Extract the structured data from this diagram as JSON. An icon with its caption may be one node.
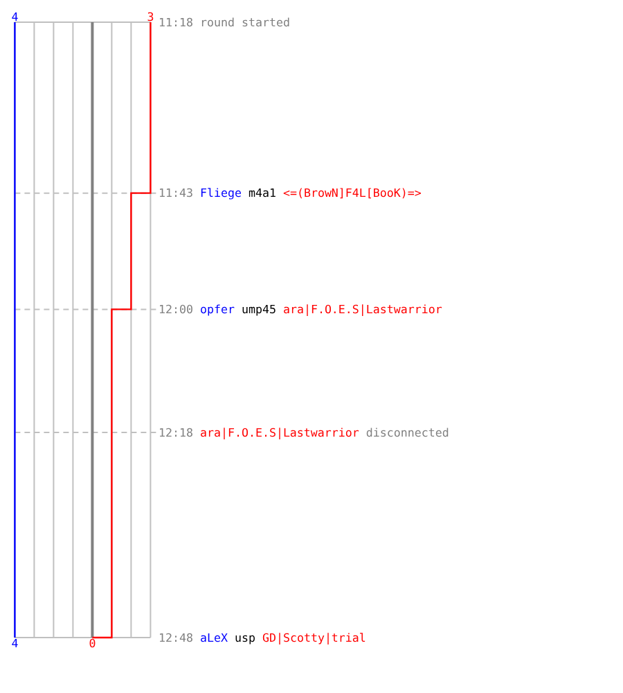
{
  "diagram": {
    "chart_data": {
      "type": "line",
      "orientation": "horizontal",
      "grid": true,
      "x": [
        678,
        703,
        703,
        720,
        720,
        768,
        768
      ],
      "xlim": [
        -4,
        3
      ],
      "xticks": [
        {
          "value": -4,
          "label": "4"
        },
        {
          "value": 3,
          "label": "3"
        }
      ],
      "ylim": [
        768,
        678
      ],
      "yticks": [
        {
          "value": 678,
          "label": "11:18"
        },
        {
          "value": 703,
          "label": "11:43"
        },
        {
          "value": 720,
          "label": "12:00"
        },
        {
          "value": 738,
          "label": "12:18"
        },
        {
          "value": 768,
          "label": "12:48"
        }
      ],
      "series": [
        {
          "color": "#0000ff",
          "values": [
            -4,
            -4,
            -4,
            -4,
            -4,
            -4,
            -4
          ]
        },
        {
          "color": "#ff0000",
          "values": [
            3,
            3,
            2,
            2,
            1,
            1,
            0
          ]
        }
      ]
    },
    "labels": [
      "round started",
      "Fliege m4a1 <=(BrowN]F4L[BooK)=>",
      "opfer ump45 ara|F.O.E.S|Lastwarrior",
      "ara|F.O.E.S|Lastwarrior disconnected",
      "aLeX usp GD|Scotty|trial",
      "4",
      "0"
    ]
  }
}
